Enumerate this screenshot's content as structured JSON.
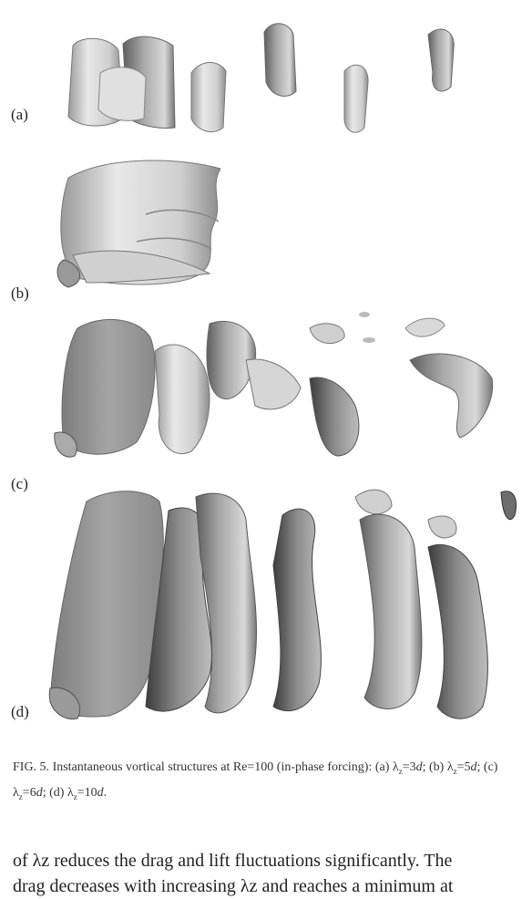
{
  "figure": {
    "panel_labels": [
      "(a)",
      "(b)",
      "(c)",
      "(d)"
    ],
    "caption": {
      "prefix": "FIG. 5.",
      "text": "Instantaneous vortical structures at Re=100 (in-phase forcing):",
      "items": [
        {
          "label": "(a)",
          "value": "3",
          "unit": "d"
        },
        {
          "label": "(b)",
          "value": "5",
          "unit": "d"
        },
        {
          "label": "(c)",
          "value": "6",
          "unit": "d"
        },
        {
          "label": "(d)",
          "value": "10",
          "unit": "d"
        }
      ]
    }
  },
  "body_text": {
    "line1": "of λz reduces the drag and lift fluctuations significantly. The",
    "line2": "drag decreases with increasing λz and reaches a minimum at"
  },
  "colors": {
    "surface_light": "#dcdcdc",
    "surface_dark": "#6e6e6e",
    "text": "#222222"
  }
}
